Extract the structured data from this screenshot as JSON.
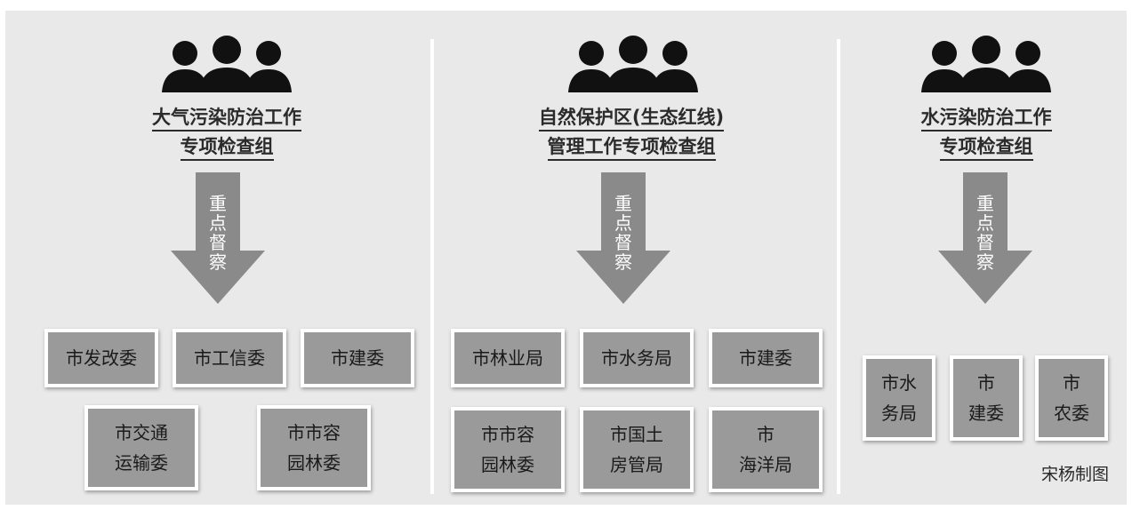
{
  "groups": [
    {
      "title_line1": "大气污染防治工作",
      "title_line2": "专项检查组",
      "arrow_label": "重点督察",
      "departments": [
        "市发改委",
        "市工信委",
        "市建委",
        "市交通\n运输委",
        "市市容\n园林委"
      ]
    },
    {
      "title_line1": "自然保护区(生态红线)",
      "title_line2": "管理工作专项检查组",
      "arrow_label": "重点督察",
      "departments": [
        "市林业局",
        "市水务局",
        "市建委",
        "市市容\n园林委",
        "市国土\n房管局",
        "市\n海洋局"
      ]
    },
    {
      "title_line1": "水污染防治工作",
      "title_line2": "专项检查组",
      "arrow_label": "重点督察",
      "departments": [
        "市水\n务局",
        "市\n建委",
        "市\n农委"
      ]
    }
  ],
  "icons": [
    "people-group-icon",
    "down-arrow-icon"
  ],
  "credit": "宋杨制图",
  "colors": {
    "panel": "#e9e9e9",
    "box": "#9a9a9a",
    "arrow": "#8a8a8a",
    "icon": "#111111"
  }
}
